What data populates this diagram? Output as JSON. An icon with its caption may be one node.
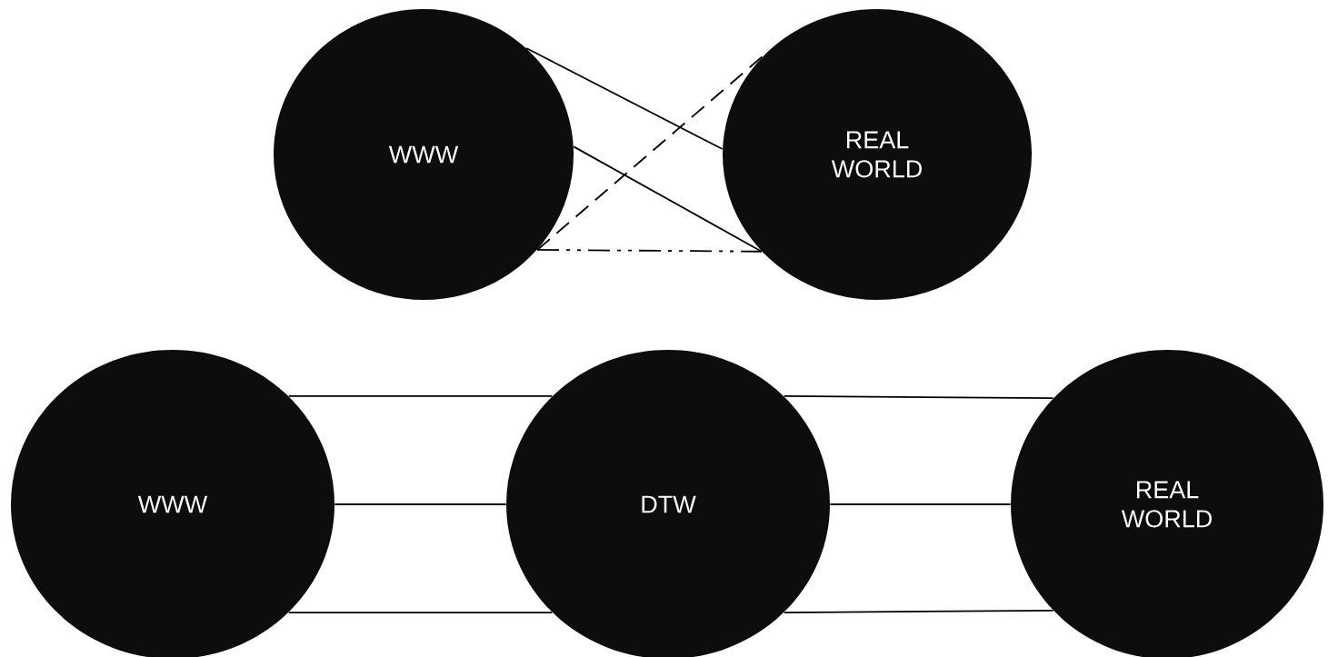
{
  "diagram": {
    "nodes": [
      {
        "text": [
          "WWW"
        ]
      },
      {
        "text": [
          "REAL WORLD"
        ]
      },
      {
        "text": [
          "WWW"
        ]
      },
      {
        "text": [
          "DTW"
        ]
      },
      {
        "text": [
          "REAL WORLD"
        ]
      }
    ],
    "edges": [
      {
        "from": 0,
        "to": 1,
        "arrow": "none"
      },
      {
        "from": 0,
        "to": 1,
        "arrow": "none"
      },
      {
        "from": 0,
        "to": 1,
        "arrow": "none",
        "style": "dashed"
      },
      {
        "from": 0,
        "to": 1,
        "arrow": "none",
        "style": "dashed"
      },
      {
        "from": 2,
        "to": 3,
        "arrow": "none"
      },
      {
        "from": 2,
        "to": 3,
        "arrow": "none"
      },
      {
        "from": 2,
        "to": 3,
        "arrow": "none"
      },
      {
        "from": 3,
        "to": 4,
        "arrow": "none"
      },
      {
        "from": 3,
        "to": 4,
        "arrow": "none"
      },
      {
        "from": 3,
        "to": 4,
        "arrow": "none"
      }
    ]
  }
}
